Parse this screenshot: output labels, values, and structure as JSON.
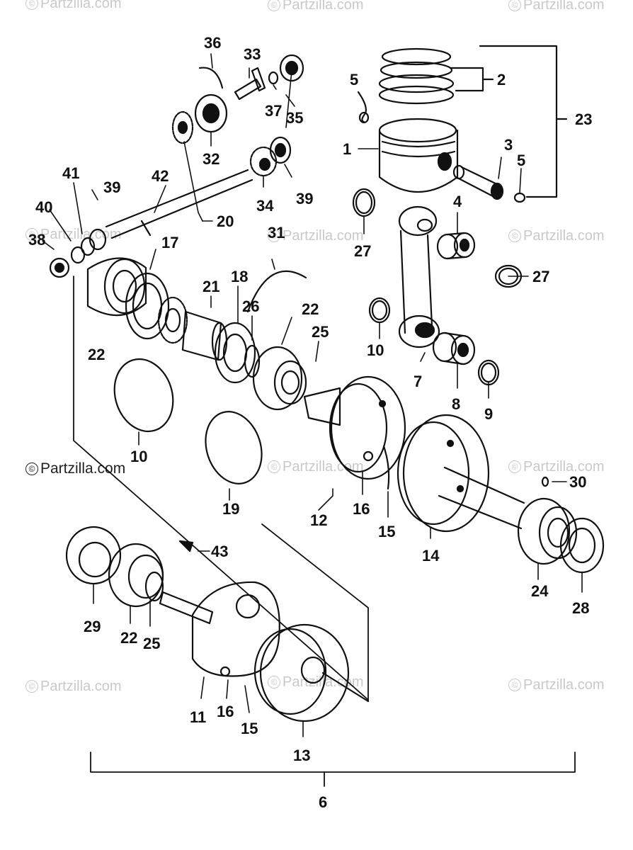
{
  "watermark": {
    "symbol": "©",
    "text": "Partzilla.com"
  },
  "callouts": [
    "1",
    "2",
    "3",
    "4",
    "5",
    "6",
    "7",
    "8",
    "9",
    "10",
    "11",
    "12",
    "13",
    "14",
    "15",
    "16",
    "17",
    "18",
    "19",
    "20",
    "21",
    "22",
    "23",
    "24",
    "25",
    "26",
    "27",
    "28",
    "29",
    "30",
    "31",
    "32",
    "33",
    "34",
    "35",
    "36",
    "37",
    "38",
    "39",
    "40",
    "41",
    "42",
    "43"
  ]
}
